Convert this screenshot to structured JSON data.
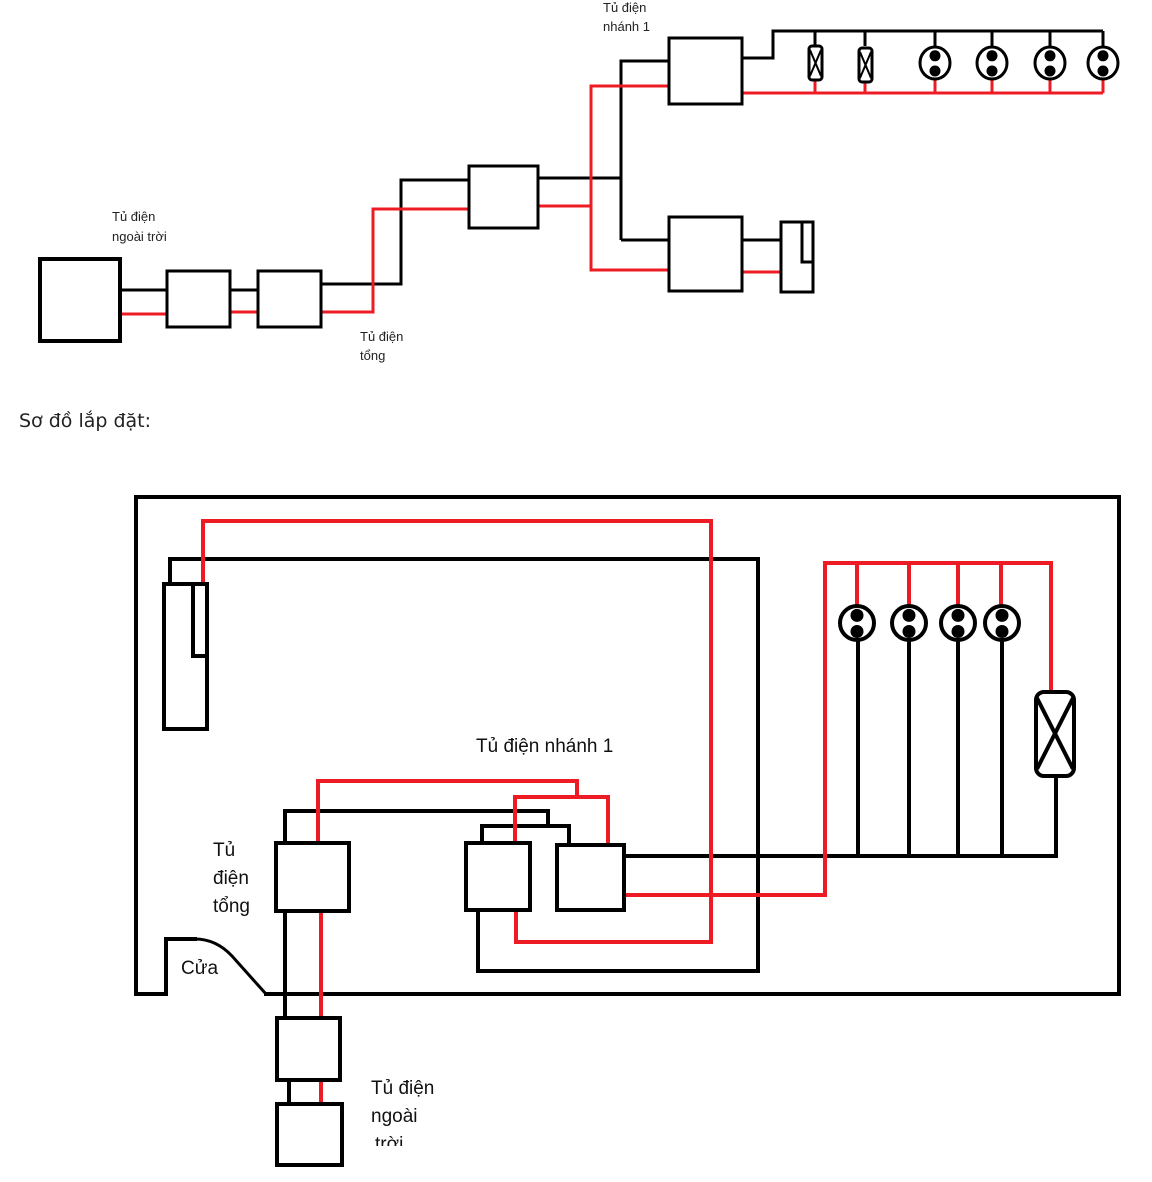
{
  "section_heading": "Sơ đồ lắp đặt:",
  "colors": {
    "neutral_wire": "#000000",
    "live_wire": "#ed1c24"
  },
  "schematic": {
    "labels": {
      "outdoor_panel_line1": "Tủ điện",
      "outdoor_panel_line2": "ngoài trời",
      "main_panel_line1": "Tủ điện",
      "main_panel_line2": "tổng",
      "branch_panel_line1": "Tủ điện",
      "branch_panel_line2": "nhánh 1"
    },
    "devices": {
      "branch1_loads": [
        "light-fixture",
        "light-fixture",
        "socket",
        "socket",
        "socket",
        "socket"
      ],
      "branch2_loads": [
        "appliance"
      ]
    }
  },
  "installation": {
    "labels": {
      "branch_panel": "Tủ điện nhánh 1",
      "main_panel_line1": "Tủ",
      "main_panel_line2": "điện",
      "main_panel_line3": "tổng",
      "door": "Cửa",
      "outdoor_panel_line1": "Tủ điện",
      "outdoor_panel_line2": "ngoài",
      "outdoor_panel_line3": "trời"
    },
    "devices": {
      "sockets": [
        "socket",
        "socket",
        "socket",
        "socket"
      ],
      "lights": [
        "light-fixture"
      ],
      "appliances": [
        "appliance"
      ]
    }
  }
}
